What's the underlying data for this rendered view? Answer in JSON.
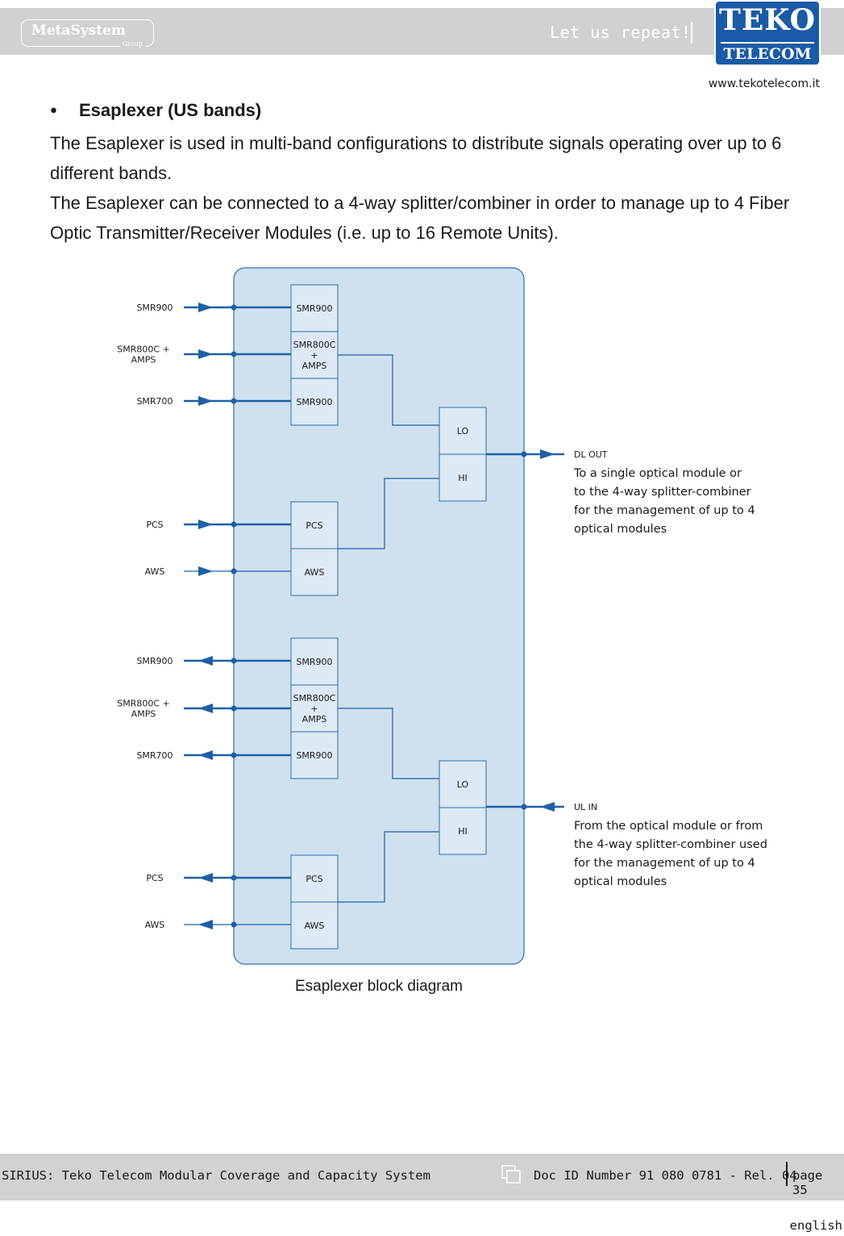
{
  "header": {
    "brand_left": "MetaSystem",
    "brand_left_sub": "Group",
    "tagline": "Let us repeat!",
    "brand_right_top": "TEKO",
    "brand_right_bottom": "TELECOM",
    "website": "www.tekotelecom.it"
  },
  "section": {
    "bullet": "•",
    "title": "Esaplexer (US bands)",
    "paragraph1": "The Esaplexer is used in multi-band configurations to distribute signals operating over up to 6 different bands.",
    "paragraph2": "The Esaplexer can be connected to a 4-way splitter/combiner in order to manage up to 4 Fiber Optic Transmitter/Receiver Modules (i.e. up to 16 Remote Units)."
  },
  "diagram": {
    "caption": "Esaplexer block diagram",
    "colors": {
      "panel_fill": "#cfe1ef",
      "panel_border": "#2a6fb0",
      "line": "#1f5fa8",
      "box_fill": "#dde9f4"
    },
    "dl": {
      "inputs": [
        "SMR900",
        "SMR800C +\nAMPS",
        "SMR700",
        "PCS",
        "AWS"
      ],
      "boxes": [
        "SMR900",
        "SMR800C\n+\nAMPS",
        "SMR900",
        "PCS",
        "AWS"
      ],
      "mux": [
        "LO",
        "HI"
      ],
      "port_label": "DL OUT",
      "port_desc": [
        "To a single optical module or",
        "to the 4-way splitter-combiner",
        "for the management of up to 4",
        "optical modules"
      ]
    },
    "ul": {
      "outputs": [
        "SMR900",
        "SMR800C +\nAMPS",
        "SMR700",
        "PCS",
        "AWS"
      ],
      "boxes": [
        "SMR900",
        "SMR800C\n+\nAMPS",
        "SMR900",
        "PCS",
        "AWS"
      ],
      "mux": [
        "LO",
        "HI"
      ],
      "port_label": "UL IN",
      "port_desc": [
        "From the optical module or from",
        "the 4-way splitter-combiner used",
        "for the management of up to 4",
        "optical modules"
      ]
    }
  },
  "footer": {
    "title": "SIRIUS: Teko Telecom Modular Coverage and Capacity System",
    "doc_id": "Doc ID Number 91 080 0781 - Rel. 04",
    "page": "page 35",
    "language": "english"
  }
}
